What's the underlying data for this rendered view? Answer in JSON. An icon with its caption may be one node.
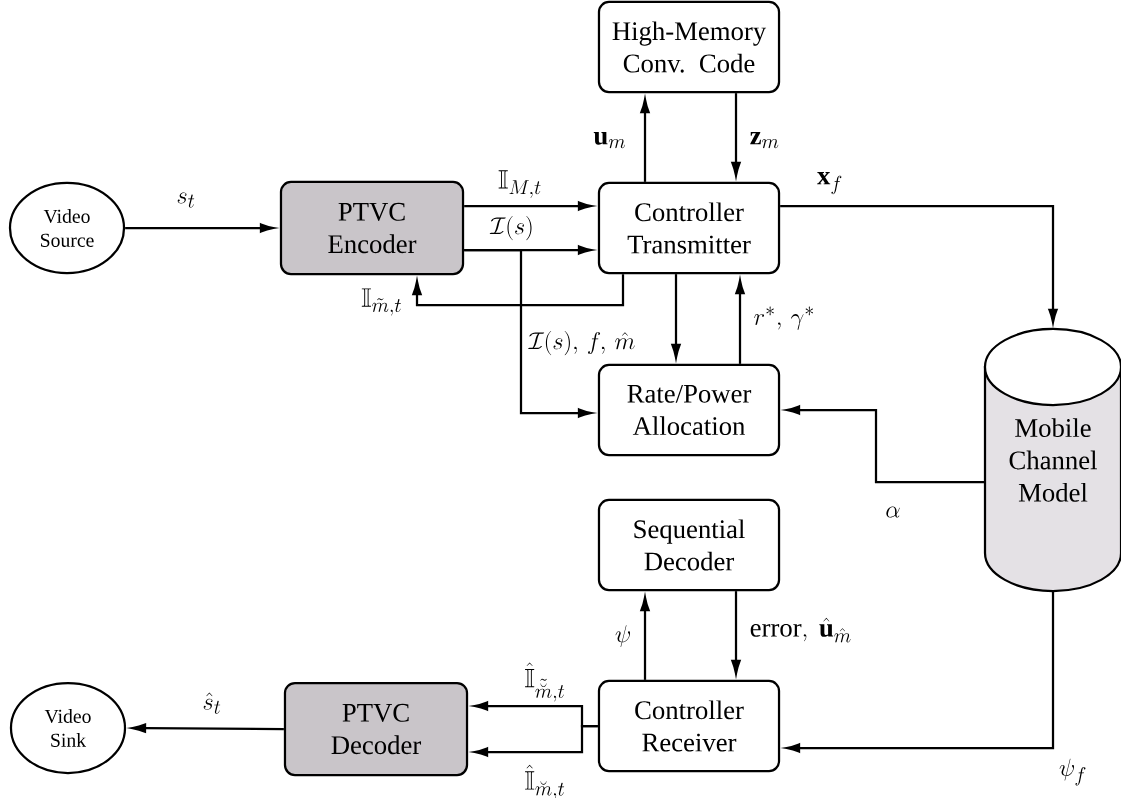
{
  "diagram": {
    "nodes": [
      {
        "text": [
          "Video Source"
        ]
      },
      {
        "text": [
          "PTVC Encoder"
        ]
      },
      {
        "text": [
          "High-Memory Conv. Code"
        ]
      },
      {
        "text": [
          "Controller Transmitter"
        ]
      },
      {
        "text": [
          "Rate/Power Allocation"
        ]
      },
      {
        "text": [
          "Mobile Channel Model"
        ]
      },
      {
        "text": [
          "Sequential Decoder"
        ]
      },
      {
        "text": [
          "Video Sink"
        ]
      },
      {
        "text": [
          "PTVC Decoder"
        ]
      },
      {
        "text": [
          "Controller Receiver"
        ]
      }
    ],
    "edges": [
      {
        "from": 0,
        "to": 1,
        "arrow": "to",
        "label": "s_t"
      },
      {
        "from": 1,
        "to": 3,
        "arrow": "to",
        "label": "\\mathbb{I}_{M,t}"
      },
      {
        "from": 1,
        "to": 3,
        "arrow": "to",
        "label": "\\mathcal{I}(s)"
      },
      {
        "from": 3,
        "to": 1,
        "arrow": "to",
        "label": "\\mathbb{I}_{\\tilde{m},t}"
      },
      {
        "from": 3,
        "to": 2,
        "arrow": "to",
        "label": "\\mathbf{u}_m"
      },
      {
        "from": 2,
        "to": 3,
        "arrow": "to",
        "label": "\\mathbf{z}_m"
      },
      {
        "from": 3,
        "to": 4,
        "arrow": "to"
      },
      {
        "from": 4,
        "to": 3,
        "arrow": "to",
        "label": "r^{*},\\, \\gamma^{*}"
      },
      {
        "from": 1,
        "to": 4,
        "arrow": "to",
        "label": "\\mathcal{I}(s),\\, f,\\, \\hat{m}"
      },
      {
        "from": 5,
        "to": 4,
        "arrow": "to",
        "label": "\\alpha"
      },
      {
        "from": 3,
        "to": 5,
        "arrow": "to",
        "label": "\\mathbf{x}_f"
      },
      {
        "from": 5,
        "to": 9,
        "arrow": "to",
        "label": "\\psi_f"
      },
      {
        "from": 9,
        "to": 6,
        "arrow": "to",
        "label": "\\psi"
      },
      {
        "from": 6,
        "to": 9,
        "arrow": "to",
        "label": "\\mathrm{error},\\ \\hat{\\mathbf{u}}_{\\hat{m}}"
      },
      {
        "from": 9,
        "to": 8,
        "arrow": "to",
        "label": "\\hat{\\mathbb{I}}_{\\tilde{\\breve{m}},t}"
      },
      {
        "from": 9,
        "to": 8,
        "arrow": "to",
        "label": "\\hat{\\mathbb{I}}_{\\breve{m},t}"
      },
      {
        "from": 8,
        "to": 7,
        "arrow": "to",
        "label": "\\hat{s}_t"
      }
    ]
  }
}
